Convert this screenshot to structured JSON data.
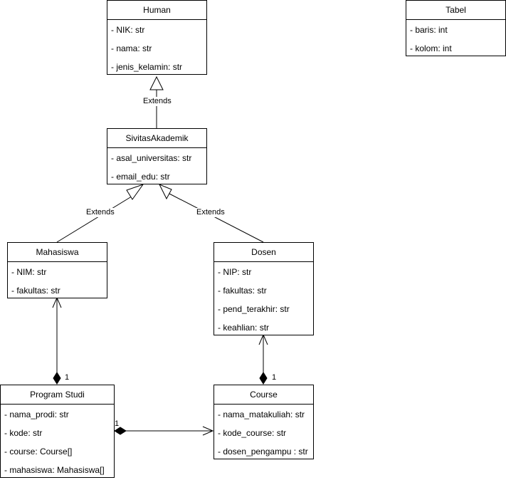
{
  "classes": {
    "human": {
      "name": "Human",
      "attributes": [
        "- NIK: str",
        "- nama: str",
        "- jenis_kelamin: str"
      ]
    },
    "tabel": {
      "name": "Tabel",
      "attributes": [
        "- baris: int",
        "- kolom: int"
      ]
    },
    "sivitas": {
      "name": "SivitasAkademik",
      "attributes": [
        "- asal_universitas: str",
        "- email_edu: str"
      ]
    },
    "mahasiswa": {
      "name": "Mahasiswa",
      "attributes": [
        "- NIM: str",
        "- fakultas: str"
      ]
    },
    "dosen": {
      "name": "Dosen",
      "attributes": [
        "- NIP: str",
        "- fakultas: str",
        "- pend_terakhir: str",
        "- keahlian: str"
      ]
    },
    "prodi": {
      "name": "Program Studi",
      "attributes": [
        "- nama_prodi: str",
        "- kode: str",
        "- course: Course[]",
        "- mahasiswa: Mahasiswa[]"
      ]
    },
    "course": {
      "name": "Course",
      "attributes": [
        "- nama_matakuliah: str",
        "- kode_course: str",
        "- dosen_pengampu : str"
      ]
    }
  },
  "relations": {
    "extends_label": "Extends",
    "multiplicity_one": "1"
  },
  "colors": {
    "line": "#000000",
    "background": "#ffffff"
  }
}
